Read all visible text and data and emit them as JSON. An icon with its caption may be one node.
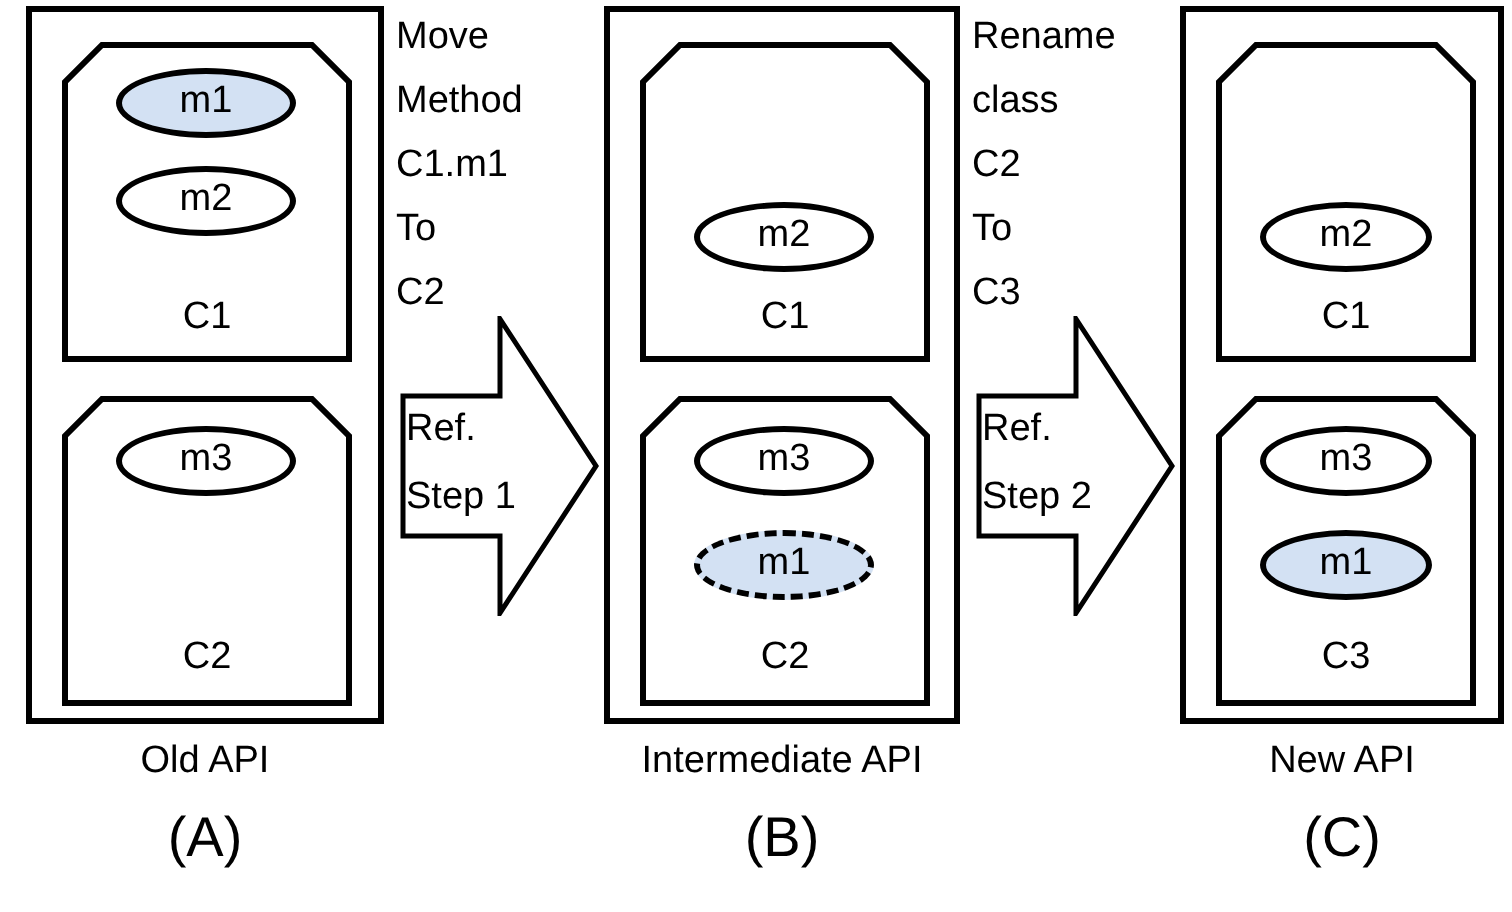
{
  "diagram": {
    "nodes": [
      {
        "text": [],
        "shape": "box",
        "beside": [
          "Old API",
          "(A)"
        ]
      },
      {
        "text": [
          "C1"
        ],
        "in": 0
      },
      {
        "text": [
          "m1"
        ],
        "in": 1
      },
      {
        "text": [
          "m2"
        ],
        "in": 1
      },
      {
        "text": [
          "C2"
        ],
        "in": 0
      },
      {
        "text": [
          "m3"
        ],
        "in": 4
      },
      {
        "text": [
          "Ref. Step 1"
        ],
        "beside": [
          "Move Method C1.m1 To C2"
        ]
      },
      {
        "text": [],
        "shape": "box",
        "beside": [
          "Intermediate API",
          "(B)"
        ]
      },
      {
        "text": [
          "C1"
        ],
        "in": 7
      },
      {
        "text": [
          "m2"
        ],
        "in": 8
      },
      {
        "text": [
          "C2"
        ],
        "in": 7
      },
      {
        "text": [
          "m3"
        ],
        "in": 10
      },
      {
        "text": [
          "m1"
        ],
        "in": 10
      },
      {
        "text": [
          "Ref. Step 2"
        ],
        "beside": [
          "Rename class C2 To C3"
        ]
      },
      {
        "text": [],
        "shape": "box",
        "beside": [
          "New API",
          "(C)"
        ]
      },
      {
        "text": [
          "C1"
        ],
        "in": 14
      },
      {
        "text": [
          "m2"
        ],
        "in": 15
      },
      {
        "text": [
          "C3"
        ],
        "in": 14
      },
      {
        "text": [
          "m3"
        ],
        "in": 17
      },
      {
        "text": [
          "m1"
        ],
        "in": 17
      }
    ]
  }
}
